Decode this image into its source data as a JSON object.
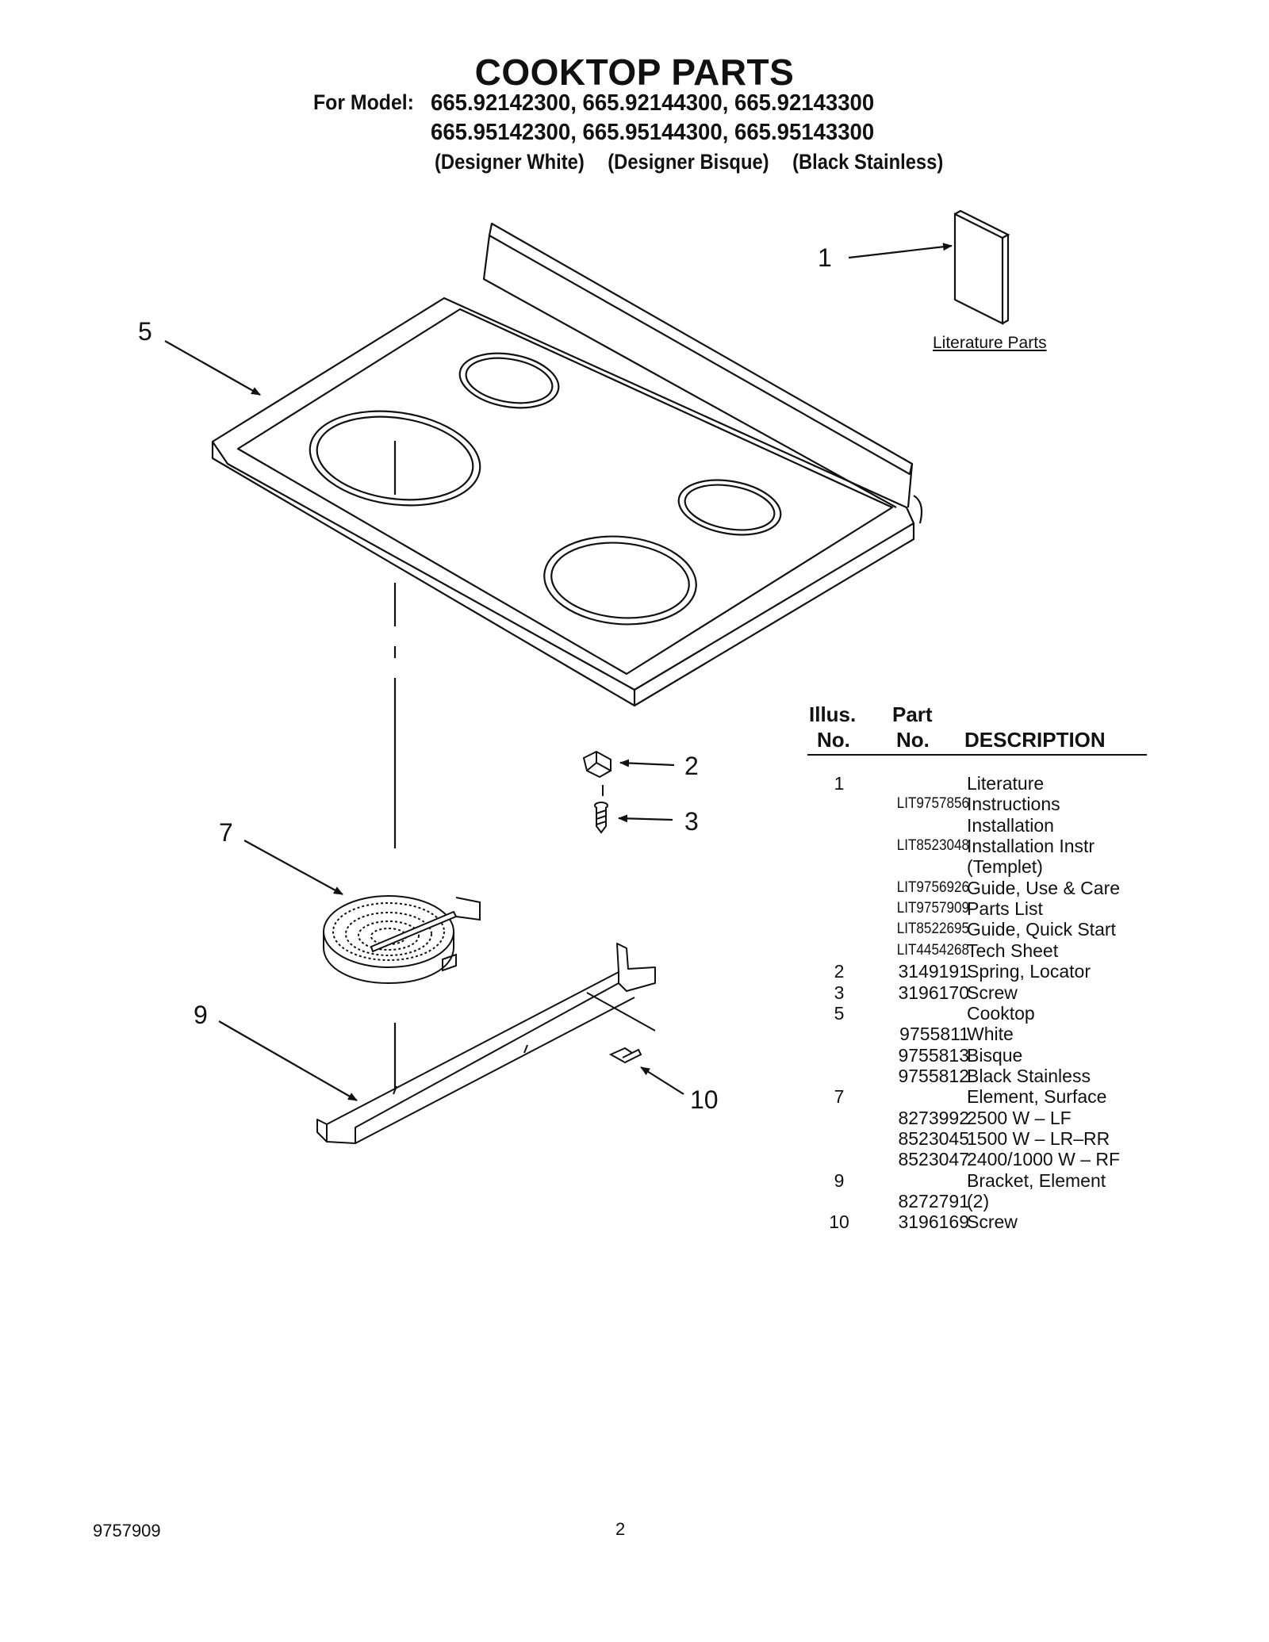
{
  "header": {
    "title": "COOKTOP PARTS",
    "for_model_label": "For Model:",
    "models_line1": "665.92142300, 665.92144300, 665.92143300",
    "models_line2": "665.95142300, 665.95144300, 665.95143300",
    "colors": [
      "(Designer White)",
      "(Designer Bisque)",
      "(Black Stainless)"
    ]
  },
  "diagram": {
    "callouts": [
      "1",
      "2",
      "3",
      "5",
      "7",
      "9",
      "10"
    ],
    "literature_caption": "Literature Parts"
  },
  "table": {
    "headers": {
      "illus_line1": "Illus.",
      "illus_line2": "No.",
      "part_line1": "Part",
      "part_line2": "No.",
      "description": "DESCRIPTION"
    },
    "rows": [
      {
        "illus": "1",
        "part": "",
        "desc": "Literature"
      },
      {
        "illus": "",
        "part": "LIT9757856",
        "desc": "Instructions"
      },
      {
        "illus": "",
        "part": "",
        "desc": "Installation"
      },
      {
        "illus": "",
        "part": "LIT8523048",
        "desc": "Installation Instr"
      },
      {
        "illus": "",
        "part": "",
        "desc": "(Templet)"
      },
      {
        "illus": "",
        "part": "LIT9756926",
        "desc": "Guide, Use & Care"
      },
      {
        "illus": "",
        "part": "LIT9757909",
        "desc": "Parts List"
      },
      {
        "illus": "",
        "part": "LIT8522695",
        "desc": "Guide, Quick Start"
      },
      {
        "illus": "",
        "part": "LIT4454268",
        "desc": "Tech Sheet"
      },
      {
        "illus": "2",
        "part": "3149191",
        "desc": "Spring, Locator"
      },
      {
        "illus": "3",
        "part": "3196170",
        "desc": "Screw"
      },
      {
        "illus": "5",
        "part": "",
        "desc": "Cooktop"
      },
      {
        "illus": "",
        "part": "9755811",
        "desc": "White"
      },
      {
        "illus": "",
        "part": "9755813",
        "desc": "Bisque"
      },
      {
        "illus": "",
        "part": "9755812",
        "desc": "Black Stainless"
      },
      {
        "illus": "7",
        "part": "",
        "desc": "Element, Surface"
      },
      {
        "illus": "",
        "part": "8273992",
        "desc": "2500 W – LF"
      },
      {
        "illus": "",
        "part": "8523045",
        "desc": "1500 W – LR–RR"
      },
      {
        "illus": "",
        "part": "8523047",
        "desc": "2400/1000 W – RF"
      },
      {
        "illus": "9",
        "part": "",
        "desc": "Bracket, Element"
      },
      {
        "illus": "",
        "part": "8272791",
        "desc": "(2)"
      },
      {
        "illus": "10",
        "part": "3196169",
        "desc": "Screw"
      }
    ]
  },
  "footer": {
    "doc_number": "9757909",
    "page_number": "2"
  }
}
